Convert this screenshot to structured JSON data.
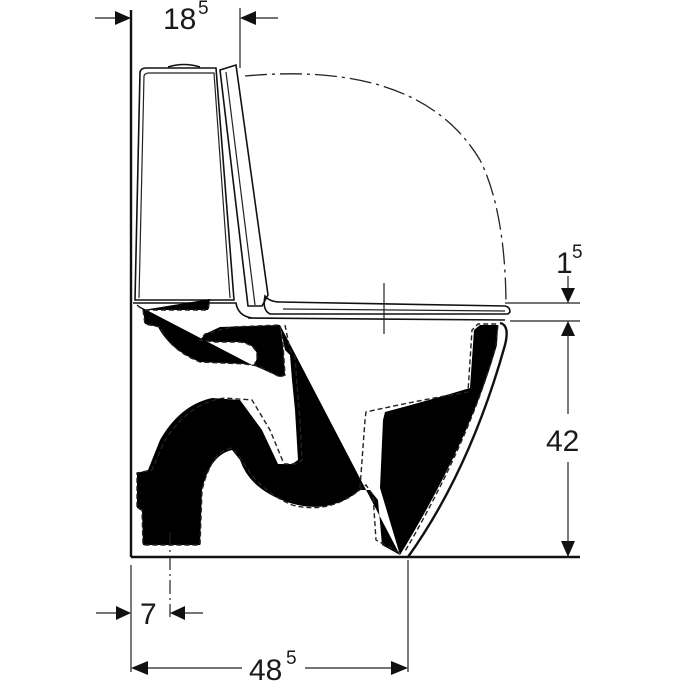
{
  "drawing": {
    "type": "toilet-side-view-dimension-drawing",
    "units": "cm",
    "line_color": "#111111",
    "background": "#ffffff"
  },
  "dimensions": {
    "tank_depth": {
      "main": "18",
      "sup": "5"
    },
    "seat_thickness": {
      "main": "1",
      "sup": "5"
    },
    "seat_height": {
      "main": "42",
      "sup": ""
    },
    "drain_offset": {
      "main": "7",
      "sup": ""
    },
    "total_depth": {
      "main": "48",
      "sup": "5"
    }
  }
}
